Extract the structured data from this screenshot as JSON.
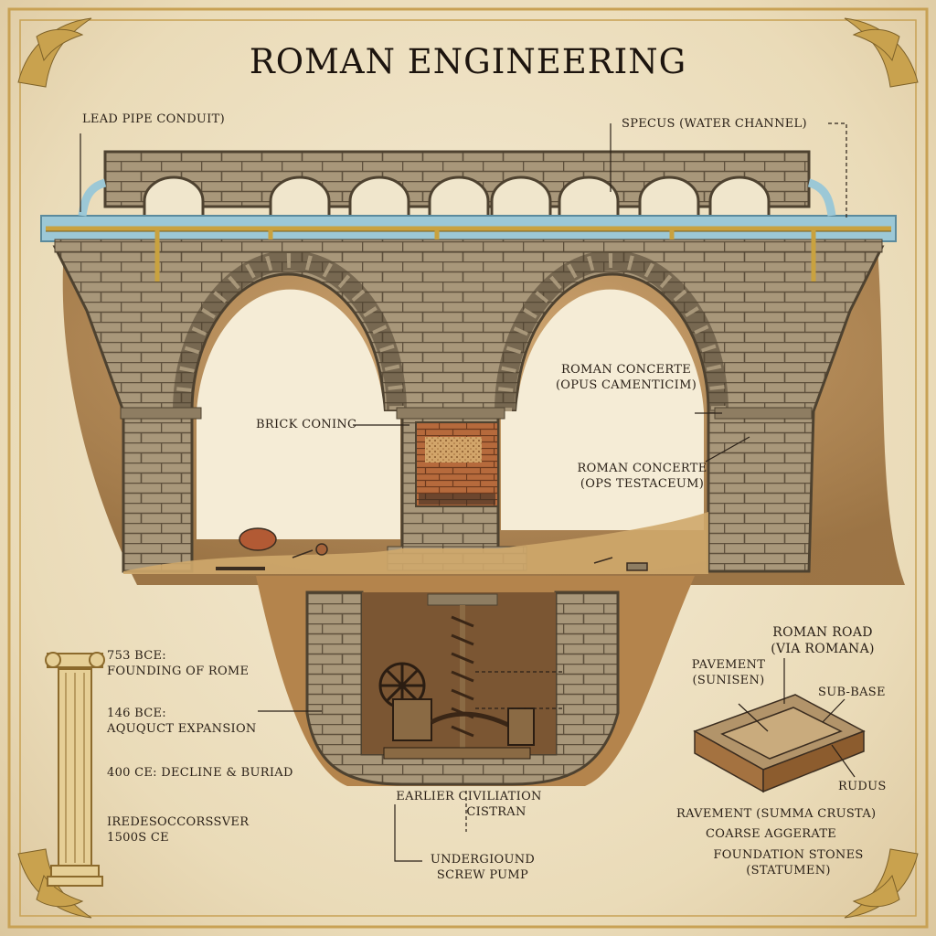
{
  "title": "ROMAN ENGINEERING",
  "labels": {
    "lead_pipe": "LEAD PIPE CONDUIT)",
    "specus": "SPECUS (WATER CHANNEL)",
    "brick_core": "BRICK CONINC",
    "concrete_1_line1": "ROMAN CONCERTE",
    "concrete_1_line2": "(OPUS CAMENTICIM)",
    "concrete_2_line1": "ROMAN CONCERTE",
    "concrete_2_line2": "(OPS TESTACEUM)",
    "earlier_line1": "EARLIER CIVILIATION",
    "earlier_line2": "CISTRAN",
    "pump_line1": "UNDERGIOUND",
    "pump_line2": "SCREW PUMP",
    "road_line1": "ROMAN ROAD",
    "road_line2": "(VIA ROMANA)",
    "pavement_line1": "PAVEMENT",
    "pavement_line2": "(SUNISEN)",
    "sub_base": "SUB-BASE",
    "rudus": "RUDUS",
    "ravement": "RAVEMENT (SUMMA CRUSTA)",
    "coarse": "COARSE AGGERATE",
    "foundation_line1": "FOUNDATION STONES",
    "foundation_line2": "(STATUMEN)"
  },
  "timeline": [
    {
      "line1": "753 BCE:",
      "line2": "FOUNDING OF ROME"
    },
    {
      "line1": "146 BCE:",
      "line2": "AQUQUCT EXPANSION"
    },
    {
      "line1": "400 CE: DECLINE & BURIAD",
      "line2": ""
    },
    {
      "line1": "IREDESOCCORSSVER",
      "line2": "1500S CE"
    }
  ],
  "colors": {
    "parchment": "#efe3c8",
    "stone": "#a8977a",
    "stone_dark": "#6e5f49",
    "water": "#9cc8d6",
    "pipe": "#c9a23f",
    "earth": "#b98a52",
    "brick": "#b66a3c",
    "border_gold": "#c8a154"
  }
}
